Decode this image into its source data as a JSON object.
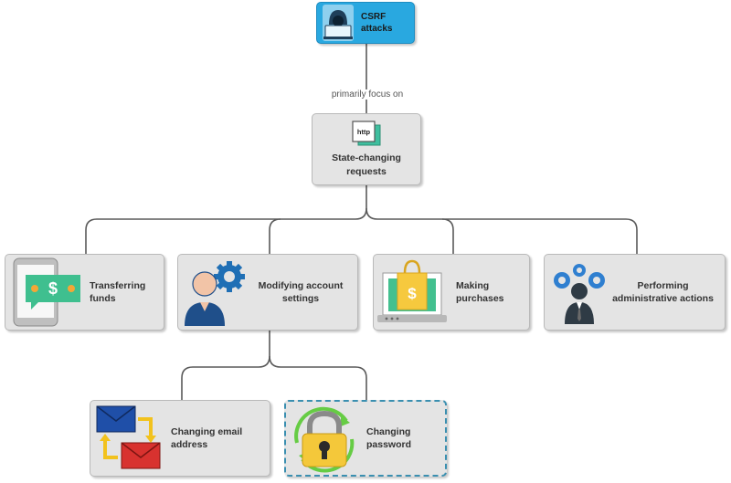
{
  "diagram": {
    "root": {
      "label": "CSRF attacks",
      "icon": "hacker-laptop-icon"
    },
    "edge_label": "primarily focus on",
    "center": {
      "label": "State-changing requests",
      "icon": "http-document-icon",
      "icon_text": "http"
    },
    "children": [
      {
        "label": "Transferring funds",
        "icon": "phone-money-icon"
      },
      {
        "label": "Modifying account settings",
        "icon": "user-settings-icon"
      },
      {
        "label": "Making purchases",
        "icon": "laptop-shopping-bag-icon"
      },
      {
        "label": "Performing administrative actions",
        "icon": "admin-gears-icon"
      }
    ],
    "grandchildren": [
      {
        "label": "Changing email address",
        "icon": "email-swap-icon"
      },
      {
        "label": "Changing password",
        "icon": "padlock-refresh-icon"
      }
    ],
    "colors": {
      "root_fill": "#29a8e0",
      "node_fill": "#e4e4e4",
      "connector": "#555555",
      "accent_blue": "#1f6fb5",
      "money_green": "#3fbf8f"
    }
  }
}
